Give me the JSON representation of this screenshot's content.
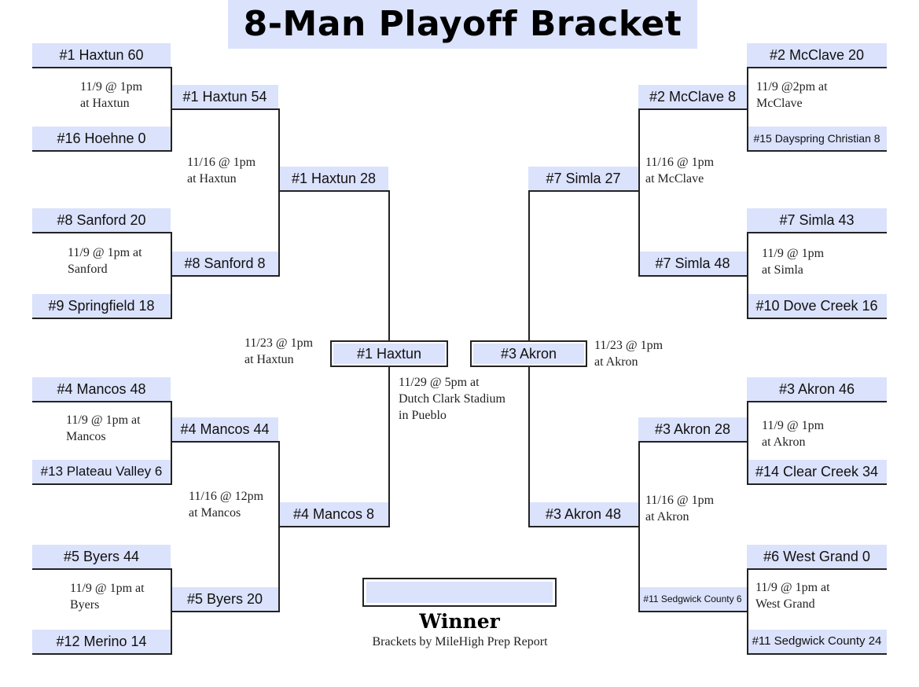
{
  "title": "8-Man Playoff Bracket",
  "colors": {
    "box_fill": "#dbe2fc",
    "lines": "#222222"
  },
  "left": {
    "round1": [
      "#1 Haxtun 60",
      "#16 Hoehne 0",
      "#8 Sanford 20",
      "#9 Springfield 18",
      "#4 Mancos 48",
      "#13 Plateau Valley 6",
      "#5 Byers 44",
      "#12 Merino 14"
    ],
    "round1_notes": [
      "11/9 @ 1pm\nat Haxtun",
      "11/9 @ 1pm at\nSanford",
      "11/9 @ 1pm at\nMancos",
      "11/9 @ 1pm at\nByers"
    ],
    "round2": [
      "#1 Haxtun 54",
      "#8 Sanford 8",
      "#4 Mancos 44",
      "#5 Byers 20"
    ],
    "round2_notes": [
      "11/16 @ 1pm\nat Haxtun",
      "11/16 @ 12pm\nat Mancos"
    ],
    "round3": [
      "#1 Haxtun 28",
      "#4 Mancos 8"
    ],
    "round3_note": "11/23 @ 1pm\nat Haxtun",
    "finalist": "#1 Haxtun"
  },
  "right": {
    "round1": [
      "#2 McClave 20",
      "#15 Dayspring Christian 8",
      "#7 Simla 43",
      "#10 Dove Creek 16",
      "#3 Akron 46",
      "#14 Clear Creek 34",
      "#6 West Grand 0",
      "#11 Sedgwick County 24"
    ],
    "round1_notes": [
      "11/9 @2pm at\nMcClave",
      "11/9 @ 1pm\nat Simla",
      "11/9 @ 1pm\nat Akron",
      "11/9 @ 1pm at\nWest Grand"
    ],
    "round2": [
      "#2 McClave 8",
      "#7 Simla 48",
      "#3 Akron 28",
      "#11 Sedgwick County 6"
    ],
    "round2_notes": [
      "11/16 @ 1pm\nat McClave",
      "11/16 @ 1pm\nat Akron"
    ],
    "round3": [
      "#7 Simla 27",
      "#3 Akron 48"
    ],
    "round3_note": "11/23 @ 1pm\nat Akron",
    "finalist": "#3 Akron"
  },
  "final_note": "11/29 @ 5pm at\nDutch Clark Stadium\nin Pueblo",
  "winner": {
    "value": "",
    "label": "Winner"
  },
  "credit": "Brackets by MileHigh Prep Report"
}
